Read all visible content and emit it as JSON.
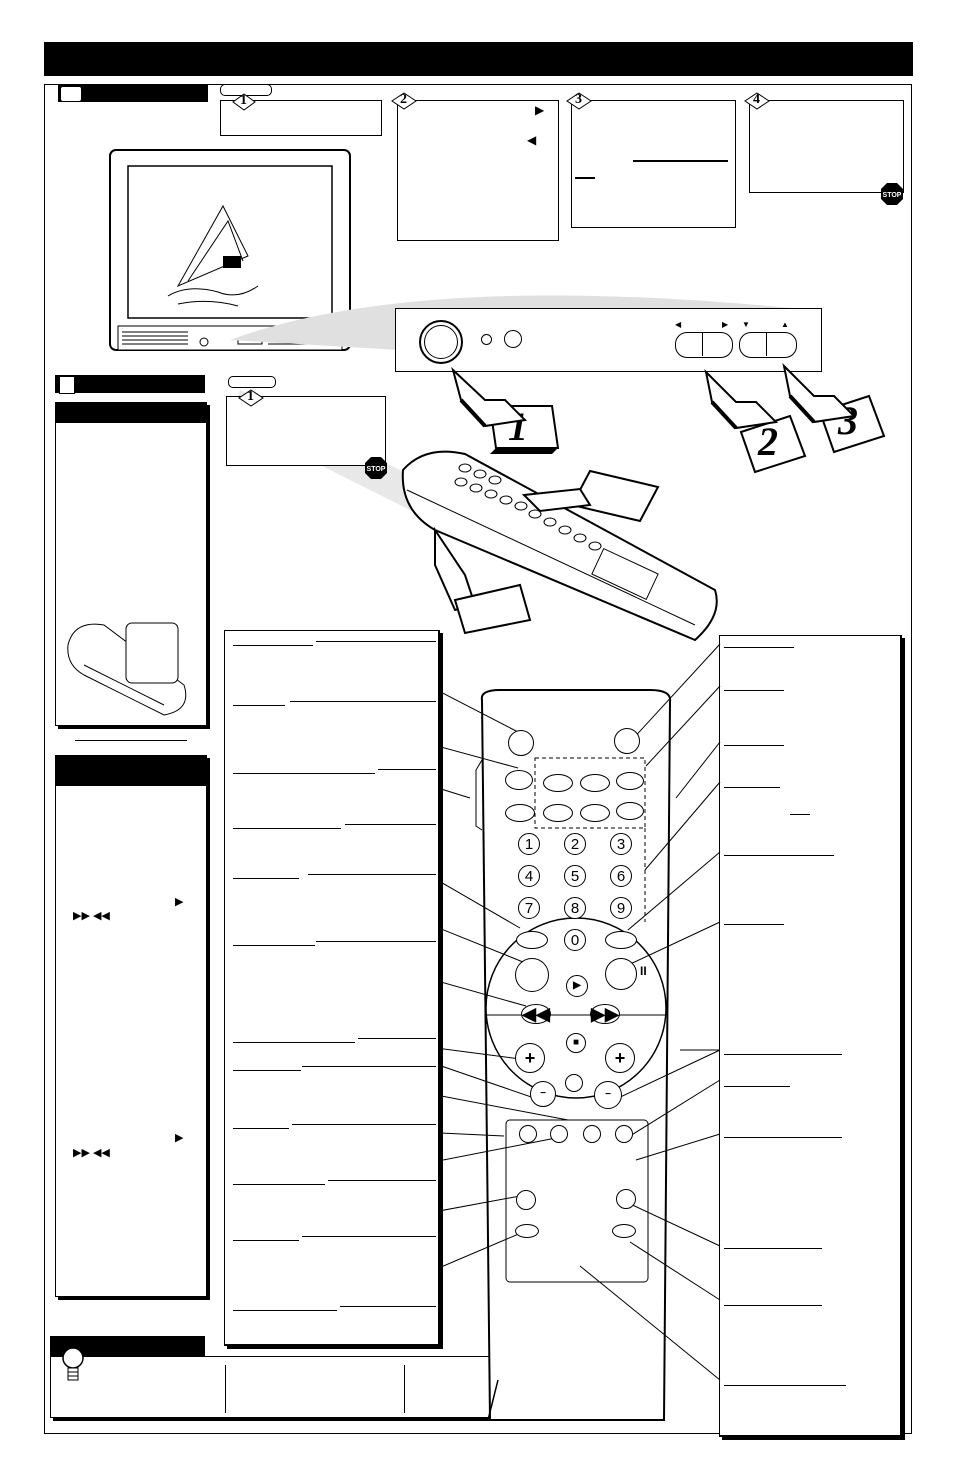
{
  "steps": {
    "s1": "1",
    "s2": "2",
    "s3": "3",
    "s4": "4",
    "remote_s1": "1"
  },
  "set_buttons": {
    "big1": "1",
    "big2": "2",
    "big3": "3"
  },
  "remote": {
    "keys": [
      "1",
      "2",
      "3",
      "4",
      "5",
      "6",
      "7",
      "8",
      "9",
      "0"
    ],
    "play_symbol": "▶",
    "rew_symbol": "◀◀",
    "ff_symbol": "▶▶",
    "stop_symbol": "■",
    "pause_symbol": "II",
    "plus": "+",
    "minus": "−"
  },
  "stop_sign": "STOP",
  "sidebar": {
    "arrow_right_1": "▶",
    "ff_rew_1": "▶▶ ◀◀",
    "arrow_right_2": "▶",
    "ff_rew_2": "▶▶ ◀◀"
  },
  "colors": {
    "ink": "#000000",
    "paper": "#ffffff",
    "highlight": "#d9d9d9"
  }
}
